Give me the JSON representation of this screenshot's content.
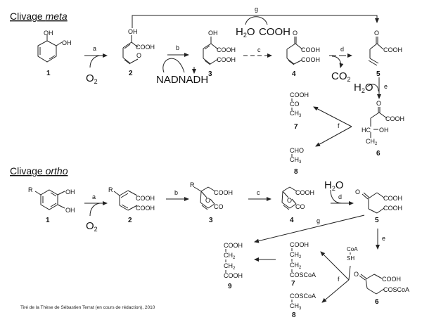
{
  "sections": {
    "meta": {
      "title_prefix": "Clivage ",
      "title_em": "meta"
    },
    "ortho": {
      "title_prefix": "Clivage ",
      "title_em": "ortho"
    }
  },
  "meta": {
    "compounds": {
      "c1": {
        "number": "1",
        "oh1": "OH",
        "oh2": "OH"
      },
      "c2": {
        "number": "2",
        "oh": "OH",
        "cooh": "COOH",
        "o": "O"
      },
      "c3": {
        "number": "3",
        "oh": "OH",
        "cooh1": "COOH",
        "cooh2": "COOH"
      },
      "c4": {
        "number": "4",
        "o": "O",
        "cooh1": "COOH",
        "cooh2": "COOH"
      },
      "c5": {
        "number": "5",
        "o": "O",
        "cooh": "COOH"
      },
      "c6": {
        "number": "6",
        "o": "O",
        "cooh": "COOH",
        "hc": "HC",
        "oh": "OH",
        "ch2": "CH2"
      },
      "c7": {
        "number": "7",
        "l1": "COOH",
        "l2": "CO",
        "l3": "CH3"
      },
      "c8": {
        "number": "8",
        "l1": "CHO",
        "l2": "CH3"
      }
    },
    "steps": {
      "a": "a",
      "b": "b",
      "c": "c",
      "d": "d",
      "e": "e",
      "f": "f",
      "g": "g"
    },
    "reagents": {
      "o2": "O2",
      "nad": "NADNADH",
      "h2o_g": "H2O",
      "cooh_g": "COOH",
      "co2": "CO2",
      "h2o_e": "H2O"
    }
  },
  "ortho": {
    "compounds": {
      "c1": {
        "number": "1",
        "r": "R",
        "oh1": "OH",
        "oh2": "OH"
      },
      "c2": {
        "number": "2",
        "r": "R",
        "cooh1": "COOH",
        "cooh2": "COOH"
      },
      "c3": {
        "number": "3",
        "r": "R",
        "cooh": "COOH",
        "o": "O",
        "co": "CO"
      },
      "c4": {
        "number": "4",
        "cooh": "COOH",
        "o": "O",
        "co": "CO"
      },
      "c5": {
        "number": "5",
        "o": "O",
        "cooh1": "COOH",
        "cooh2": "COOH"
      },
      "c6": {
        "number": "6",
        "o": "O",
        "cooh": "COOH",
        "coscoa": "COSCoA"
      },
      "c7": {
        "number": "7",
        "l1": "COOH",
        "l2": "CH2",
        "l3": "CH2",
        "l4": "COSCoA"
      },
      "c8": {
        "number": "8",
        "l1": "COSCoA",
        "l2": "CH3"
      },
      "c9": {
        "number": "9",
        "l1": "COOH",
        "l2": "CH2",
        "l3": "CH2",
        "l4": "COOH"
      },
      "coa": {
        "l1": "CoA",
        "l2": "SH"
      }
    },
    "steps": {
      "a": "a",
      "b": "b",
      "c": "c",
      "d": "d",
      "e": "e",
      "f": "f",
      "g": "g"
    },
    "reagents": {
      "o2": "O2",
      "h2o": "H2O"
    }
  },
  "footer": "Tiré de la Thèse de Sébastien Terrat (en cours de rédaction), 2010"
}
